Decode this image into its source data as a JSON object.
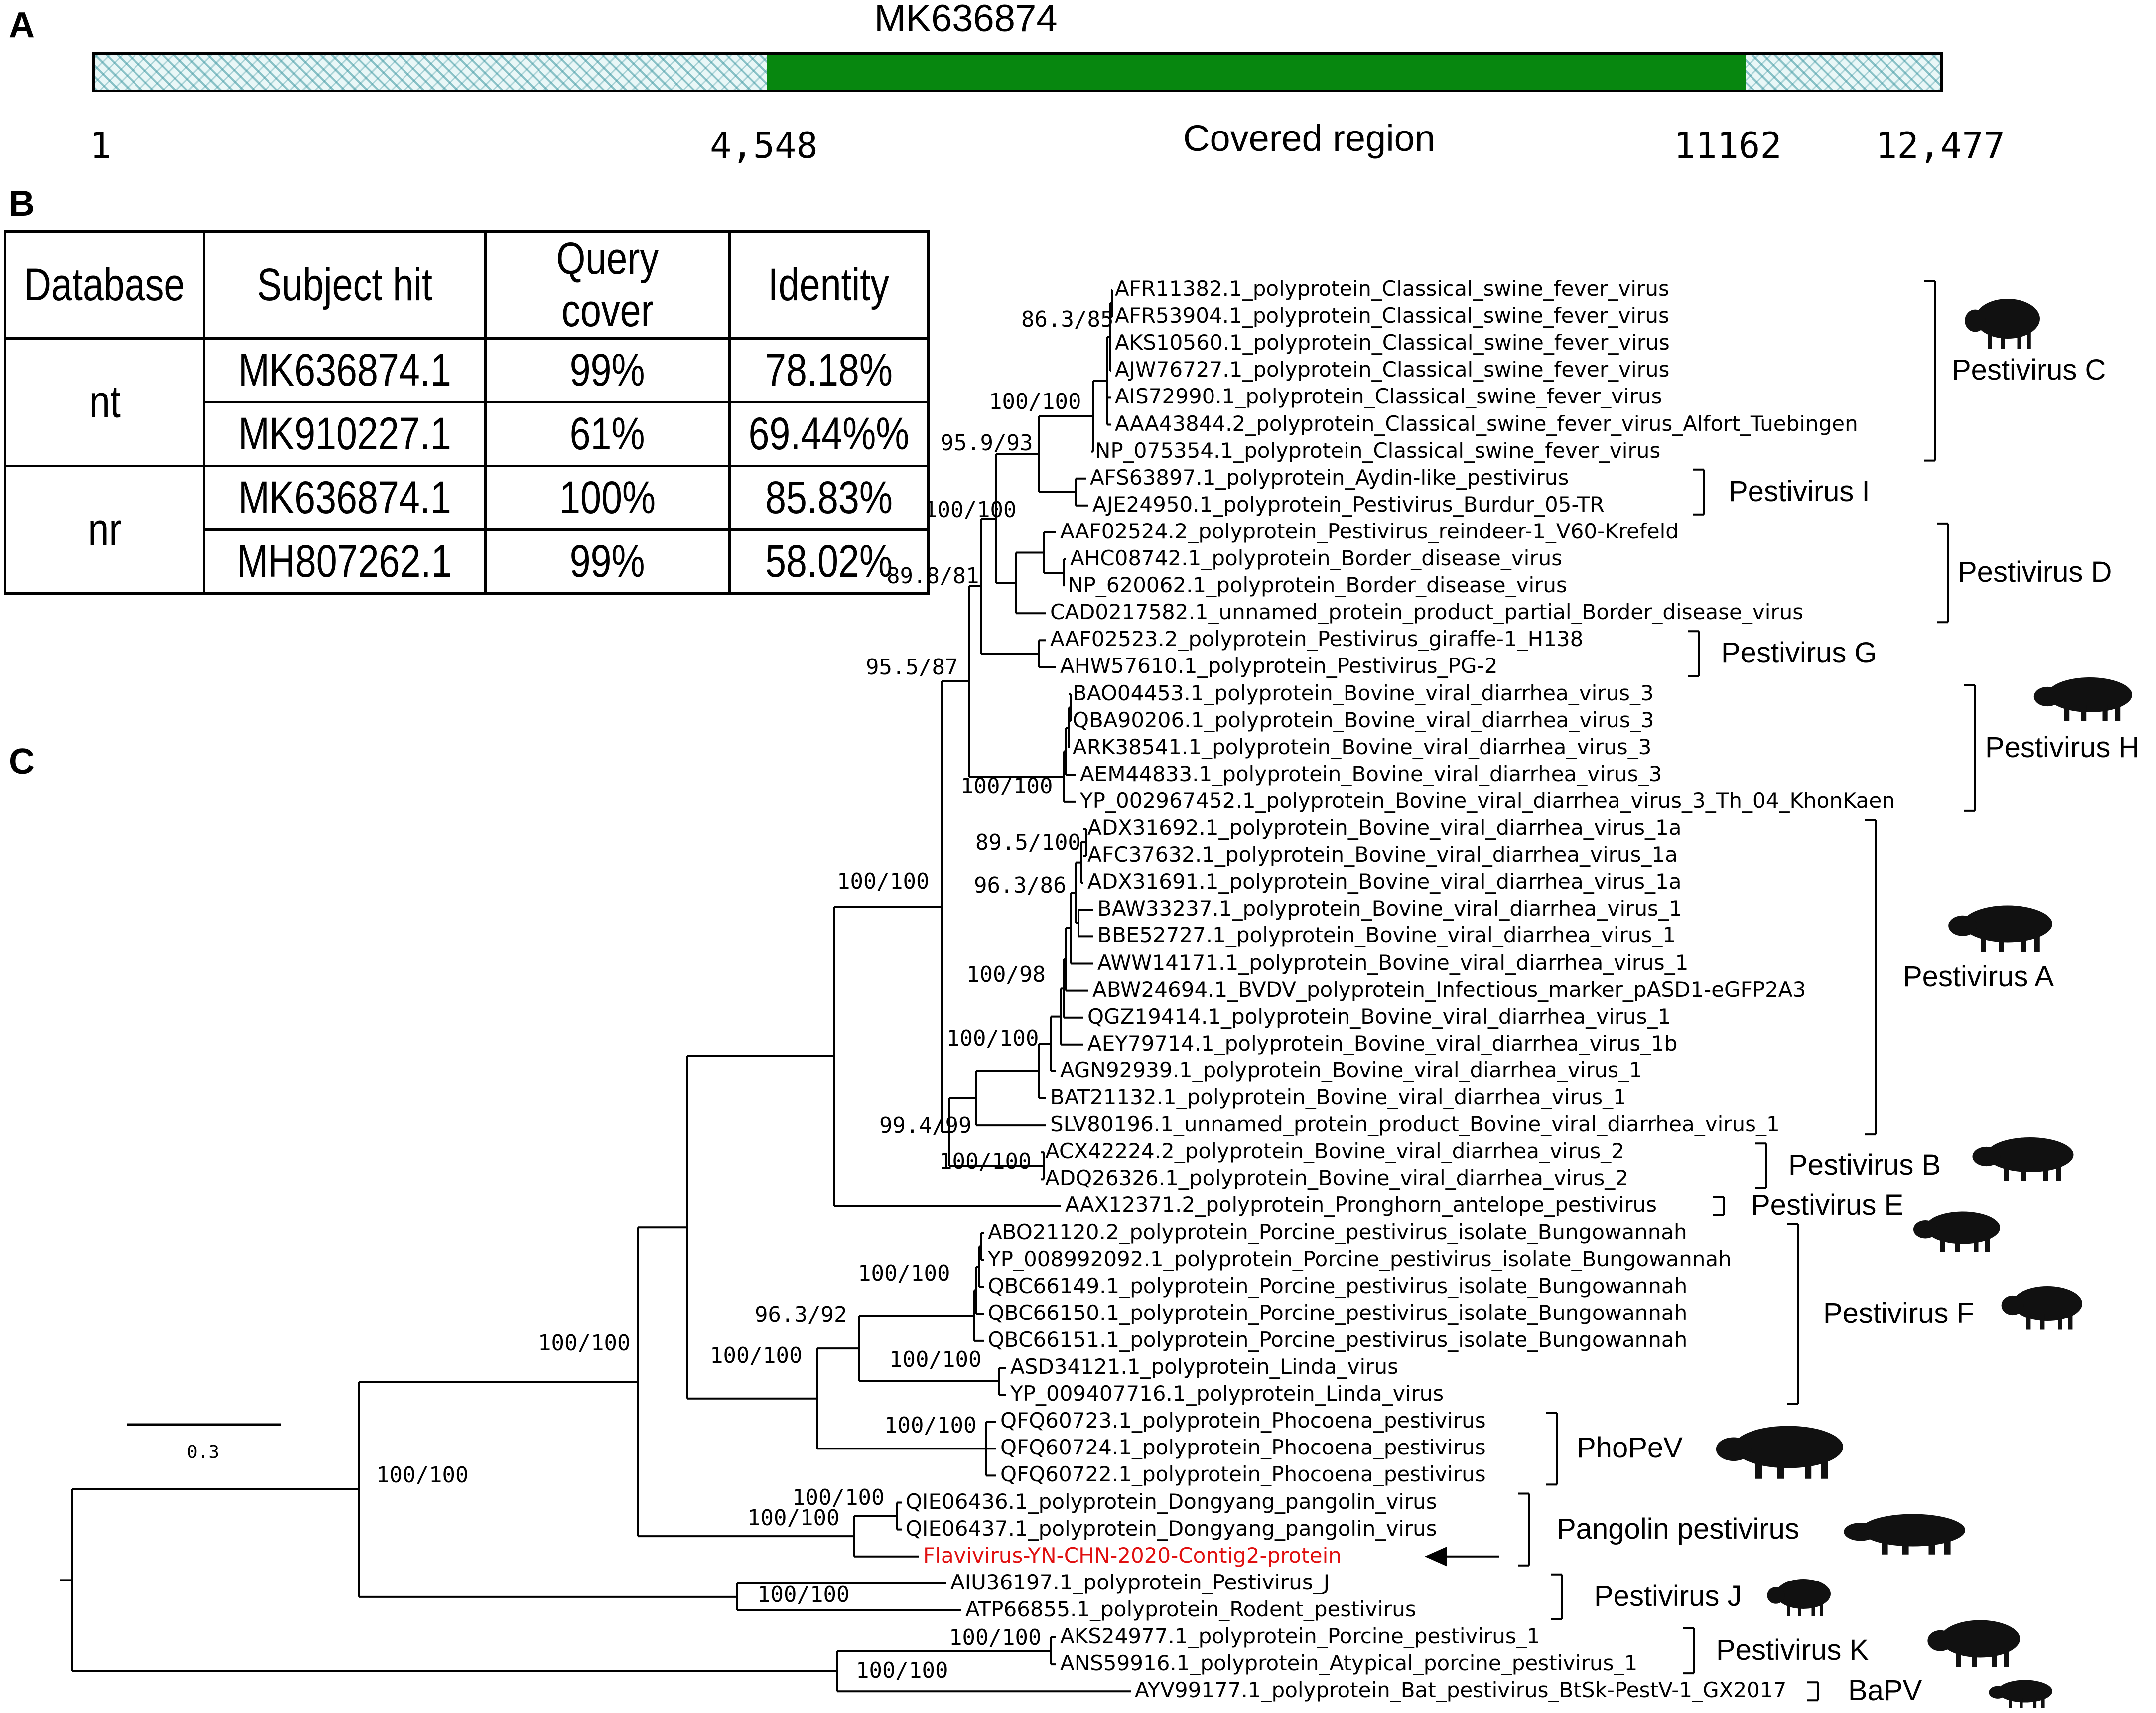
{
  "panels": {
    "a": "A",
    "b": "B",
    "c": "C"
  },
  "genome": {
    "accession": "MK636874",
    "start_label": "1",
    "covered_start_label": "4,548",
    "covered_end_label": "11162",
    "end_label": "12,477",
    "covered_label": "Covered region",
    "length": 12477,
    "covered_start": 4548,
    "covered_end": 11162,
    "colors": {
      "covered": "#07870f",
      "uncovered_hatch": "#3c96a0"
    }
  },
  "blast_table": {
    "headers": [
      "Database",
      "Subject hit",
      "Query cover",
      "Identity"
    ],
    "groups": [
      {
        "database": "nt",
        "rows": [
          {
            "hit": "MK636874.1",
            "cover": "99%",
            "identity": "78.18%"
          },
          {
            "hit": "MK910227.1",
            "cover": "61%",
            "identity": "69.44%%"
          }
        ]
      },
      {
        "database": "nr",
        "rows": [
          {
            "hit": "MK636874.1",
            "cover": "100%",
            "identity": "85.83%"
          },
          {
            "hit": "MH807262.1",
            "cover": "99%",
            "identity": "58.02%"
          }
        ]
      }
    ]
  },
  "tree": {
    "leaves": [
      "AFR11382.1_polyprotein_Classical_swine_fever_virus",
      "AFR53904.1_polyprotein_Classical_swine_fever_virus",
      "AKS10560.1_polyprotein_Classical_swine_fever_virus",
      "AJW76727.1_polyprotein_Classical_swine_fever_virus",
      "AIS72990.1_polyprotein_Classical_swine_fever_virus",
      "AAA43844.2_polyprotein_Classical_swine_fever_virus_Alfort_Tuebingen",
      "NP_075354.1_polyprotein_Classical_swine_fever_virus",
      "AFS63897.1_polyprotein_Aydin-like_pestivirus",
      "AJE24950.1_polyprotein_Pestivirus_Burdur_05-TR",
      "AAF02524.2_polyprotein_Pestivirus_reindeer-1_V60-Krefeld",
      "AHC08742.1_polyprotein_Border_disease_virus",
      "NP_620062.1_polyprotein_Border_disease_virus",
      "CAD0217582.1_unnamed_protein_product_partial_Border_disease_virus",
      "AAF02523.2_polyprotein_Pestivirus_giraffe-1_H138",
      "AHW57610.1_polyprotein_Pestivirus_PG-2",
      "BAO04453.1_polyprotein_Bovine_viral_diarrhea_virus_3",
      "QBA90206.1_polyprotein_Bovine_viral_diarrhea_virus_3",
      "ARK38541.1_polyprotein_Bovine_viral_diarrhea_virus_3",
      "AEM44833.1_polyprotein_Bovine_viral_diarrhea_virus_3",
      "YP_002967452.1_polyprotein_Bovine_viral_diarrhea_virus_3_Th_04_KhonKaen",
      "ADX31692.1_polyprotein_Bovine_viral_diarrhea_virus_1a",
      "AFC37632.1_polyprotein_Bovine_viral_diarrhea_virus_1a",
      "ADX31691.1_polyprotein_Bovine_viral_diarrhea_virus_1a",
      "BAW33237.1_polyprotein_Bovine_viral_diarrhea_virus_1",
      "BBE52727.1_polyprotein_Bovine_viral_diarrhea_virus_1",
      "AWW14171.1_polyprotein_Bovine_viral_diarrhea_virus_1",
      "ABW24694.1_BVDV_polyprotein_Infectious_marker_pASD1-eGFP2A3",
      "QGZ19414.1_polyprotein_Bovine_viral_diarrhea_virus_1",
      "AEY79714.1_polyprotein_Bovine_viral_diarrhea_virus_1b",
      "AGN92939.1_polyprotein_Bovine_viral_diarrhea_virus_1",
      "BAT21132.1_polyprotein_Bovine_viral_diarrhea_virus_1",
      "SLV80196.1_unnamed_protein_product_Bovine_viral_diarrhea_virus_1",
      "ACX42224.2_polyprotein_Bovine_viral_diarrhea_virus_2",
      "ADQ26326.1_polyprotein_Bovine_viral_diarrhea_virus_2",
      "AAX12371.2_polyprotein_Pronghorn_antelope_pestivirus",
      "ABO21120.2_polyprotein_Porcine_pestivirus_isolate_Bungowannah",
      "YP_008992092.1_polyprotein_Porcine_pestivirus_isolate_Bungowannah",
      "QBC66149.1_polyprotein_Porcine_pestivirus_isolate_Bungowannah",
      "QBC66150.1_polyprotein_Porcine_pestivirus_isolate_Bungowannah",
      "QBC66151.1_polyprotein_Porcine_pestivirus_isolate_Bungowannah",
      "ASD34121.1_polyprotein_Linda_virus",
      "YP_009407716.1_polyprotein_Linda_virus",
      "QFQ60723.1_polyprotein_Phocoena_pestivirus",
      "QFQ60724.1_polyprotein_Phocoena_pestivirus",
      "QFQ60722.1_polyprotein_Phocoena_pestivirus",
      "QIE06436.1_polyprotein_Dongyang_pangolin_virus",
      "QIE06437.1_polyprotein_Dongyang_pangolin_virus",
      "Flavivirus-YN-CHN-2020-Contig2-protein",
      "AIU36197.1_polyprotein_Pestivirus_J",
      "ATP66855.1_polyprotein_Rodent_pestivirus",
      "AKS24977.1_polyprotein_Porcine_pestivirus_1",
      "ANS59916.1_polyprotein_Atypical_porcine_pestivirus_1",
      "AYV99177.1_polyprotein_Bat_pestivirus_BtSk-PestV-1_GX2017"
    ],
    "highlight_leaf": "Flavivirus-YN-CHN-2020-Contig2-protein",
    "highlight_color": "#e01010",
    "supports": [
      "86.3/85",
      "100/100",
      "95.9/93",
      "100/100",
      "89.8/81",
      "95.5/87",
      "100/100",
      "89.5/100",
      "96.3/86",
      "100/98",
      "100/100",
      "100/100",
      "99.4/99",
      "100/100",
      "100/100",
      "96.3/92",
      "100/100",
      "100/100",
      "100/100",
      "100/100",
      "100/100",
      "100/100",
      "100/100",
      "100/100",
      "100/100"
    ],
    "clades": [
      {
        "name": "Pestivirus C",
        "icon": "boar-icon"
      },
      {
        "name": "Pestivirus I",
        "icon": ""
      },
      {
        "name": "Pestivirus D",
        "icon": ""
      },
      {
        "name": "Pestivirus G",
        "icon": ""
      },
      {
        "name": "Pestivirus H",
        "icon": "cattle-icon"
      },
      {
        "name": "Pestivirus A",
        "icon": "cattle-icon"
      },
      {
        "name": "Pestivirus B",
        "icon": "cattle-icon"
      },
      {
        "name": "Pestivirus E",
        "icon": "antelope-icon"
      },
      {
        "name": "Pestivirus F",
        "icon": "boar-icon"
      },
      {
        "name": "PhoPeV",
        "icon": "porpoise-icon"
      },
      {
        "name": "Pangolin pestivirus",
        "icon": "pangolin-icon"
      },
      {
        "name": "Pestivirus J",
        "icon": "rodent-icon"
      },
      {
        "name": "Pestivirus K",
        "icon": "boar-icon"
      },
      {
        "name": "BaPV",
        "icon": "bat-icon"
      }
    ],
    "scale_bar_label": "0.3"
  }
}
